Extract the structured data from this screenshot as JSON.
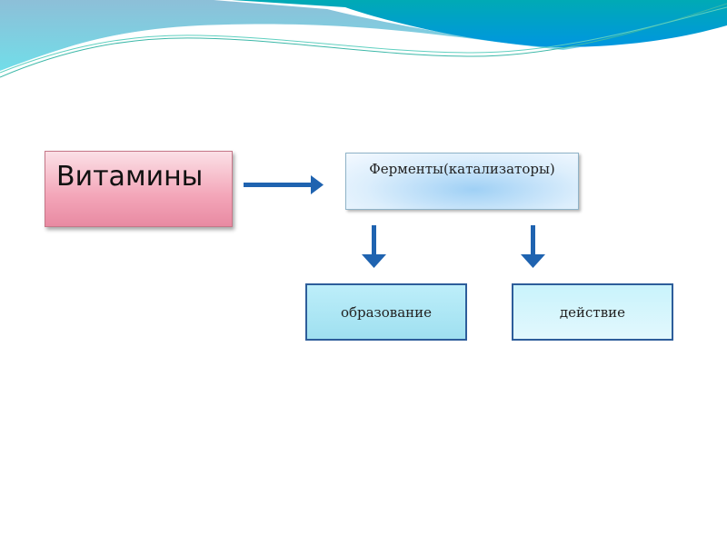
{
  "nodes": {
    "vitamins": "Витамины",
    "enzymes": "Ферменты(катализаторы)",
    "formation": "образование",
    "action": "действие"
  },
  "colors": {
    "arrow": "#1f63b0",
    "wave_teal": "#00a8b8",
    "wave_light": "#8ccbe0"
  }
}
